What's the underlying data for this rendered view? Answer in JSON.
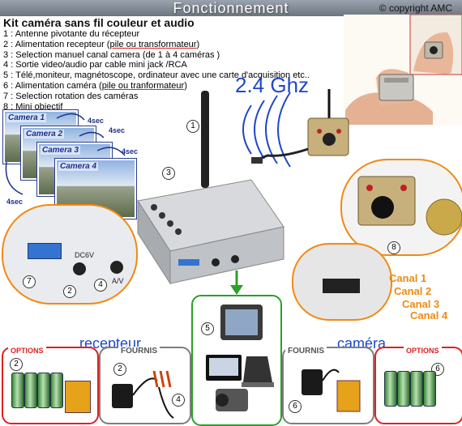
{
  "banner": {
    "title": "Fonctionnement"
  },
  "copyright": "© copyright AMC",
  "kit_title": "Kit caméra sans fil couleur et audio",
  "features": [
    {
      "num": "1",
      "text": "Antenne pivotante du récepteur"
    },
    {
      "num": "2",
      "pre": "Alimentation recepteur (",
      "ul": "pile ou transformateur",
      "post": ")"
    },
    {
      "num": "3",
      "text": "Selection manuel canal camera (de 1 à 4 caméras )"
    },
    {
      "num": "4",
      "text": "Sortie video/audio par cable mini jack /RCA"
    },
    {
      "num": "5",
      "text": "Télé,moniteur, magnétoscope, ordinateur avec une carte d'acquisition etc.."
    },
    {
      "num": "6",
      "pre": "Alimentation caméra (",
      "ul": "pile ou tranformateur",
      "post": ")"
    },
    {
      "num": "7",
      "text": "Selection rotation des caméras"
    },
    {
      "num": "8",
      "text": "Mini objectif"
    }
  ],
  "frequency": "2.4 Ghz",
  "cameras": [
    {
      "label": "Camera 1"
    },
    {
      "label": "Camera 2"
    },
    {
      "label": "Camera 3"
    },
    {
      "label": "Camera 4"
    }
  ],
  "rotation_interval": "4sec",
  "receiver_panel": {
    "dc_label": "DC6V",
    "av_label": "A/V"
  },
  "channels": [
    "Canal 1",
    "Canal 2",
    "Canal 3",
    "Canal 4"
  ],
  "bottom": {
    "recepteur_label": "recepteur",
    "camera_label": "caméra",
    "options_tag": "OPTIONS",
    "fournis_tag": "FOURNIS"
  },
  "callouts": {
    "n1": "1",
    "n2": "2",
    "n3": "3",
    "n4": "4",
    "n5": "5",
    "n6": "6",
    "n7": "7",
    "n8": "8"
  },
  "colors": {
    "accent_blue": "#1f48c9",
    "options_red": "#e02020",
    "canal_orange": "#f08a10",
    "highlight_green": "#2aa02a"
  }
}
